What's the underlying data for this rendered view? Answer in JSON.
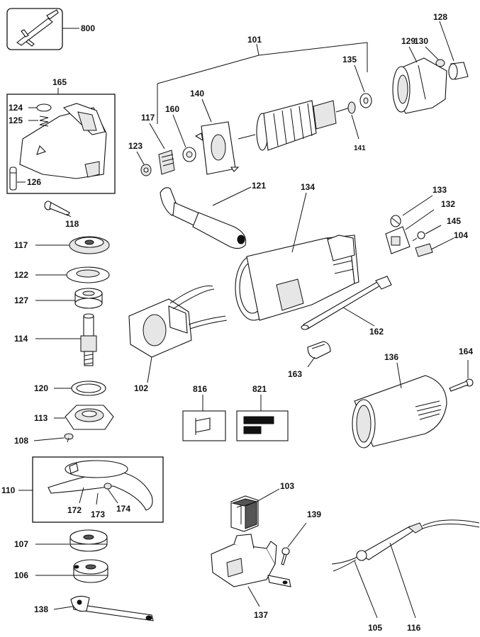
{
  "diagram": {
    "labels": {
      "p800": "800",
      "p101": "101",
      "p128": "128",
      "p129": "129",
      "p130": "130",
      "p135": "135",
      "p165": "165",
      "p124": "124",
      "p125": "125",
      "p126": "126",
      "p140": "140",
      "p117a": "117",
      "p160": "160",
      "p123": "123",
      "p141": "141",
      "p118": "118",
      "p121": "121",
      "p134": "134",
      "p133": "133",
      "p132": "132",
      "p145": "145",
      "p104": "104",
      "p117b": "117",
      "p122": "122",
      "p127": "127",
      "p114": "114",
      "p102": "102",
      "p162": "162",
      "p163": "163",
      "p136": "136",
      "p164": "164",
      "p120": "120",
      "p113": "113",
      "p108": "108",
      "p816": "816",
      "p821": "821",
      "p110": "110",
      "p172": "172",
      "p173": "173",
      "p174": "174",
      "p103": "103",
      "p139": "139",
      "p107": "107",
      "p106": "106",
      "p138": "138",
      "p137": "137",
      "p105": "105",
      "p116": "116"
    }
  }
}
